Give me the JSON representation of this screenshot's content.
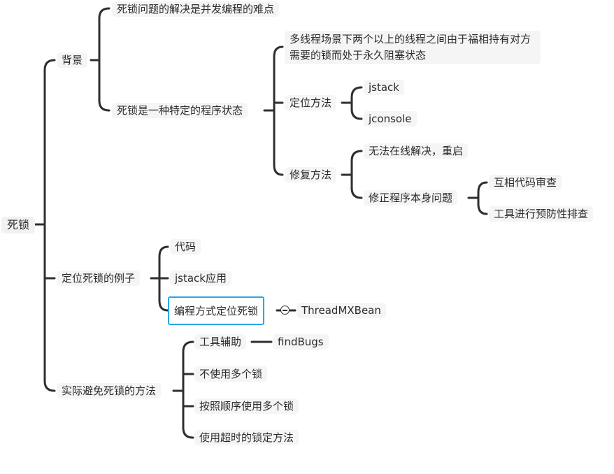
{
  "mindmap": {
    "root": "死锁",
    "background": {
      "label": "背景",
      "difficulty": "死锁问题的解决是并发编程的难点",
      "state": {
        "label": "死锁是一种特定的程序状态",
        "definition": "多线程场景下两个以上的线程之间由于福相持有对方需要的锁而处于永久阻塞状态",
        "locate": {
          "label": "定位方法",
          "tools": [
            "jstack",
            "jconsole"
          ]
        },
        "fix": {
          "label": "修复方法",
          "restart": "无法在线解决，重启",
          "fix_program": {
            "label": "修正程序本身问题",
            "items": [
              "互相代码审查",
              "工具进行预防性排查"
            ]
          }
        }
      }
    },
    "examples": {
      "label": "定位死锁的例子",
      "items": [
        "代码",
        "jstack应用"
      ],
      "programmatic": {
        "label": "编程方式定位死锁",
        "child": "ThreadMXBean"
      }
    },
    "avoid": {
      "label": "实际避免死锁的方法",
      "tool_assist": {
        "label": "工具辅助",
        "child": "findBugs"
      },
      "items": [
        "不使用多个锁",
        "按照顺序使用多个锁",
        "使用超时的锁定方法"
      ]
    }
  }
}
